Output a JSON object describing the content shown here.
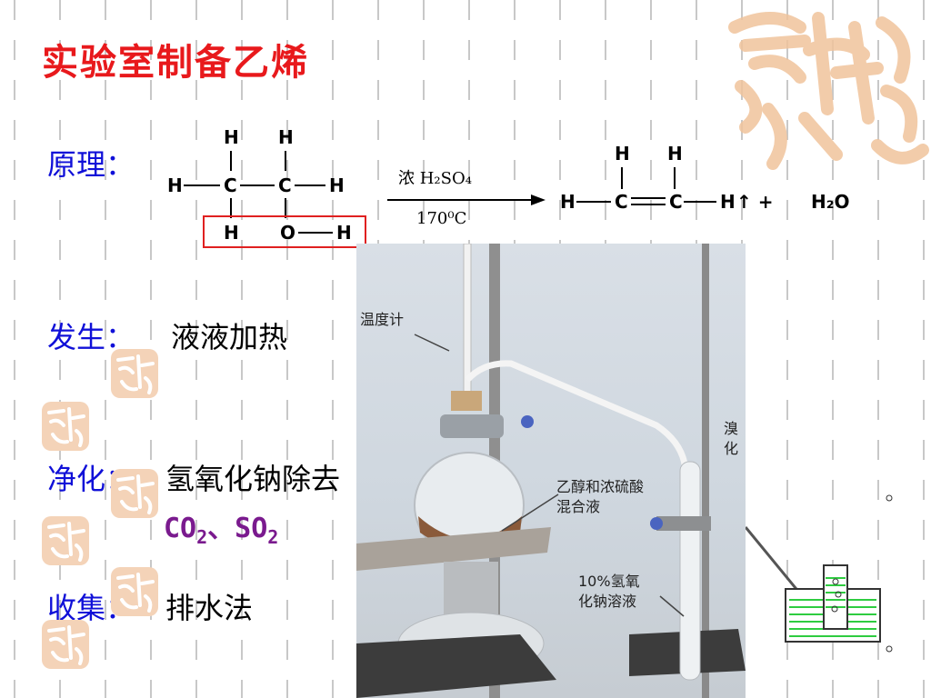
{
  "title": "实验室制备乙烯",
  "principle": {
    "label": "原理：",
    "reactant_atoms": {
      "h": "H",
      "c": "C",
      "o": "O"
    },
    "condition_top": "浓 H₂SO₄",
    "condition_bottom": "170⁰C",
    "product_tail": "↑ +",
    "water": "H₂O"
  },
  "generation": {
    "label": "发生：",
    "text": "液液加热"
  },
  "purification": {
    "label": "净化：",
    "text": "氢氧化钠除去",
    "formula_co2": "CO",
    "sub_2": "2",
    "sep": "、",
    "formula_so2": "SO"
  },
  "collection": {
    "label": "收集：",
    "text": "排水法"
  },
  "photo_labels": {
    "thermometer": "温度计",
    "mixture_line1": "乙醇和浓硫酸",
    "mixture_line2": "混合液",
    "naoh_line1": "10%氢氧",
    "naoh_line2": "化钠溶液",
    "bromine_line1": "溴",
    "bromine_line2": "化"
  },
  "seal_text": "吉祥意",
  "colors": {
    "title": "#e8191c",
    "label": "#1010d8",
    "formula": "#7a1a8e",
    "highlight_box": "#e02020",
    "seal": "#e8b28a"
  }
}
